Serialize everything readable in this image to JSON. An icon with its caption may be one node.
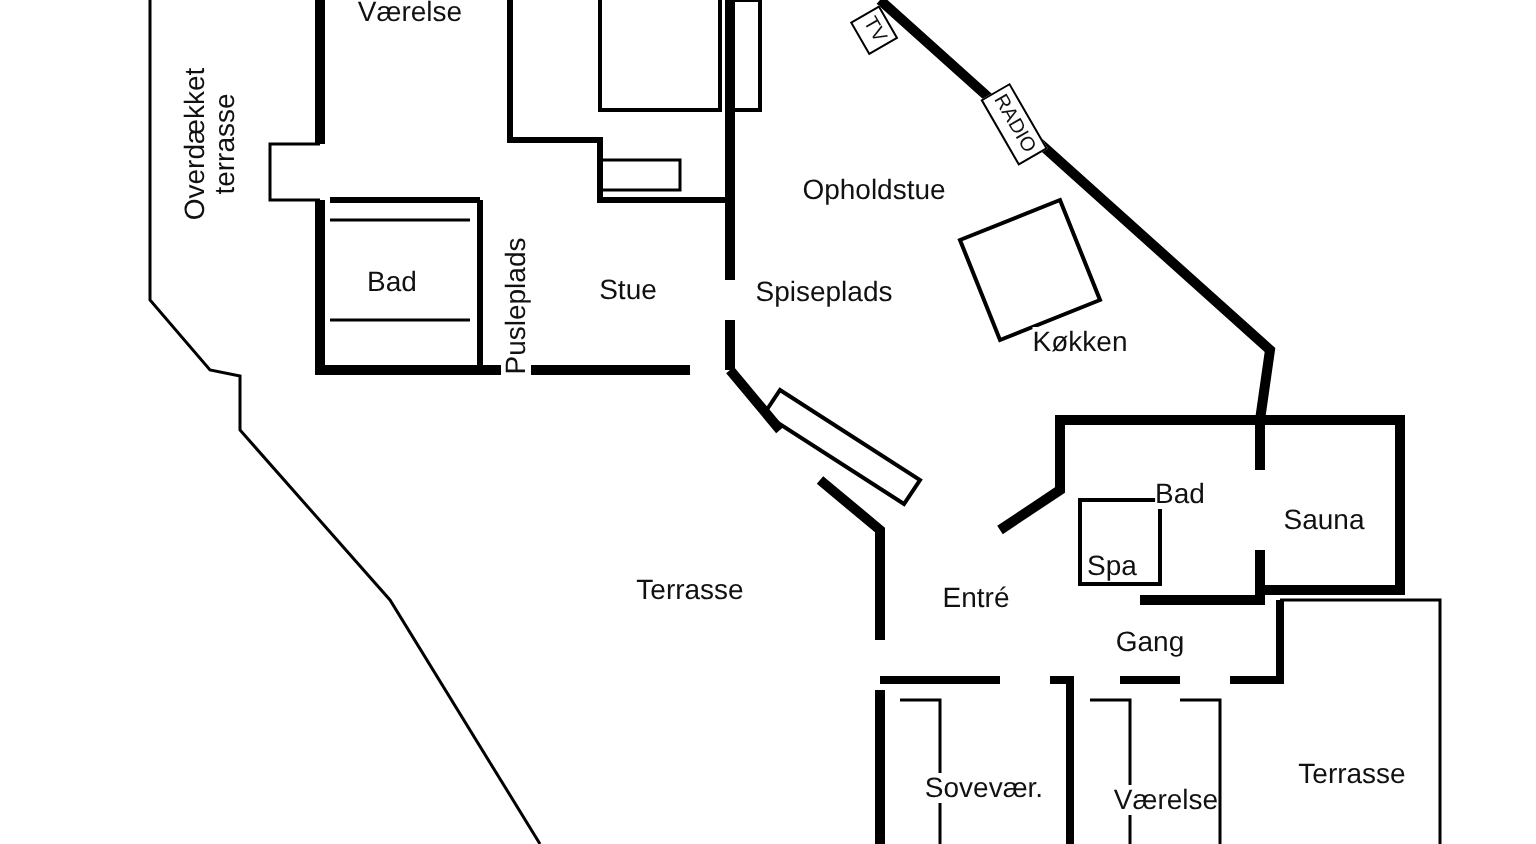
{
  "diagram": {
    "nodes": [
      {
        "text": [
          "Værelse"
        ]
      },
      {
        "text": [
          "Overdækket terrasse"
        ]
      },
      {
        "text": [
          "Opholdstue"
        ]
      },
      {
        "text": [
          "Bad"
        ]
      },
      {
        "text": [
          "Pusleplads"
        ]
      },
      {
        "text": [
          "Stue"
        ]
      },
      {
        "text": [
          "Spiseplads"
        ]
      },
      {
        "text": [
          "Køkken"
        ]
      },
      {
        "text": [
          "Bad"
        ]
      },
      {
        "text": [
          "Sauna"
        ]
      },
      {
        "text": [
          "Spa"
        ]
      },
      {
        "text": [
          "Terrasse"
        ]
      },
      {
        "text": [
          "Entré"
        ]
      },
      {
        "text": [
          "Gang"
        ]
      },
      {
        "text": [
          "Sovevær."
        ]
      },
      {
        "text": [
          "Værelse"
        ]
      },
      {
        "text": [
          "Terrasse"
        ]
      }
    ],
    "edges": [],
    "labels": [
      "TV",
      "RADIO"
    ]
  }
}
